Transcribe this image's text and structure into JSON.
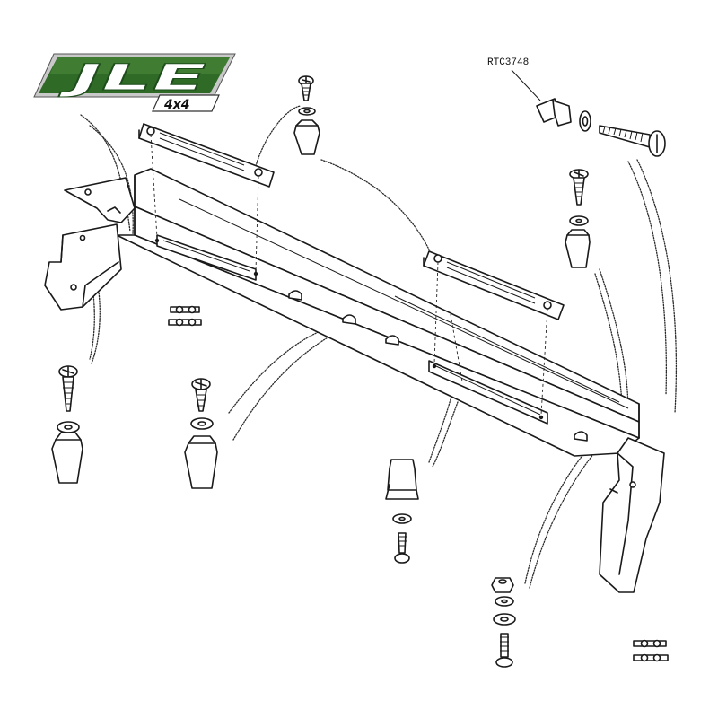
{
  "logo": {
    "brand": "JLE",
    "sub": "4x4",
    "colors": {
      "green_dark": "#1e4d1c",
      "green_light": "#4d8a3a",
      "silver": "#c9c9c9"
    }
  },
  "labels": {
    "part_number": "RTC3748"
  }
}
